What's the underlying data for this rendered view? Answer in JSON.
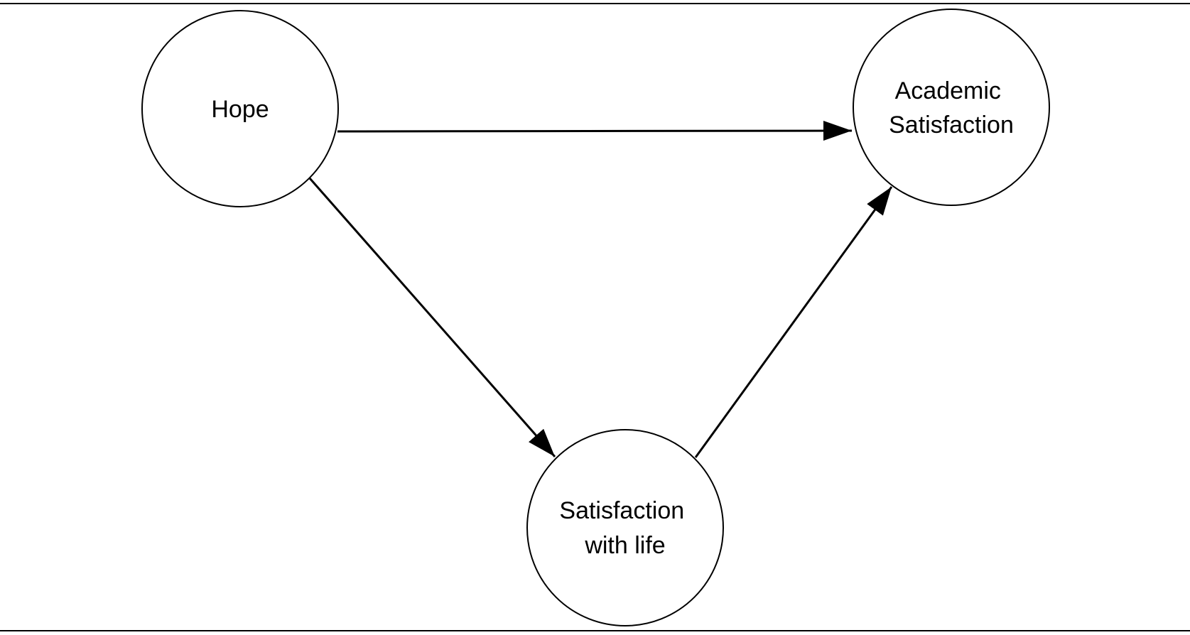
{
  "diagram": {
    "type": "path-diagram",
    "nodes": [
      {
        "id": "hope",
        "label_lines": [
          "Hope"
        ]
      },
      {
        "id": "academic",
        "label_lines": [
          "Academic",
          "Satisfaction"
        ]
      },
      {
        "id": "life",
        "label_lines": [
          "Satisfaction",
          "with life"
        ]
      }
    ],
    "edges": [
      {
        "from": "hope",
        "to": "academic"
      },
      {
        "from": "hope",
        "to": "life"
      },
      {
        "from": "life",
        "to": "academic"
      }
    ]
  },
  "colors": {
    "stroke": "#000000",
    "background": "#ffffff"
  }
}
